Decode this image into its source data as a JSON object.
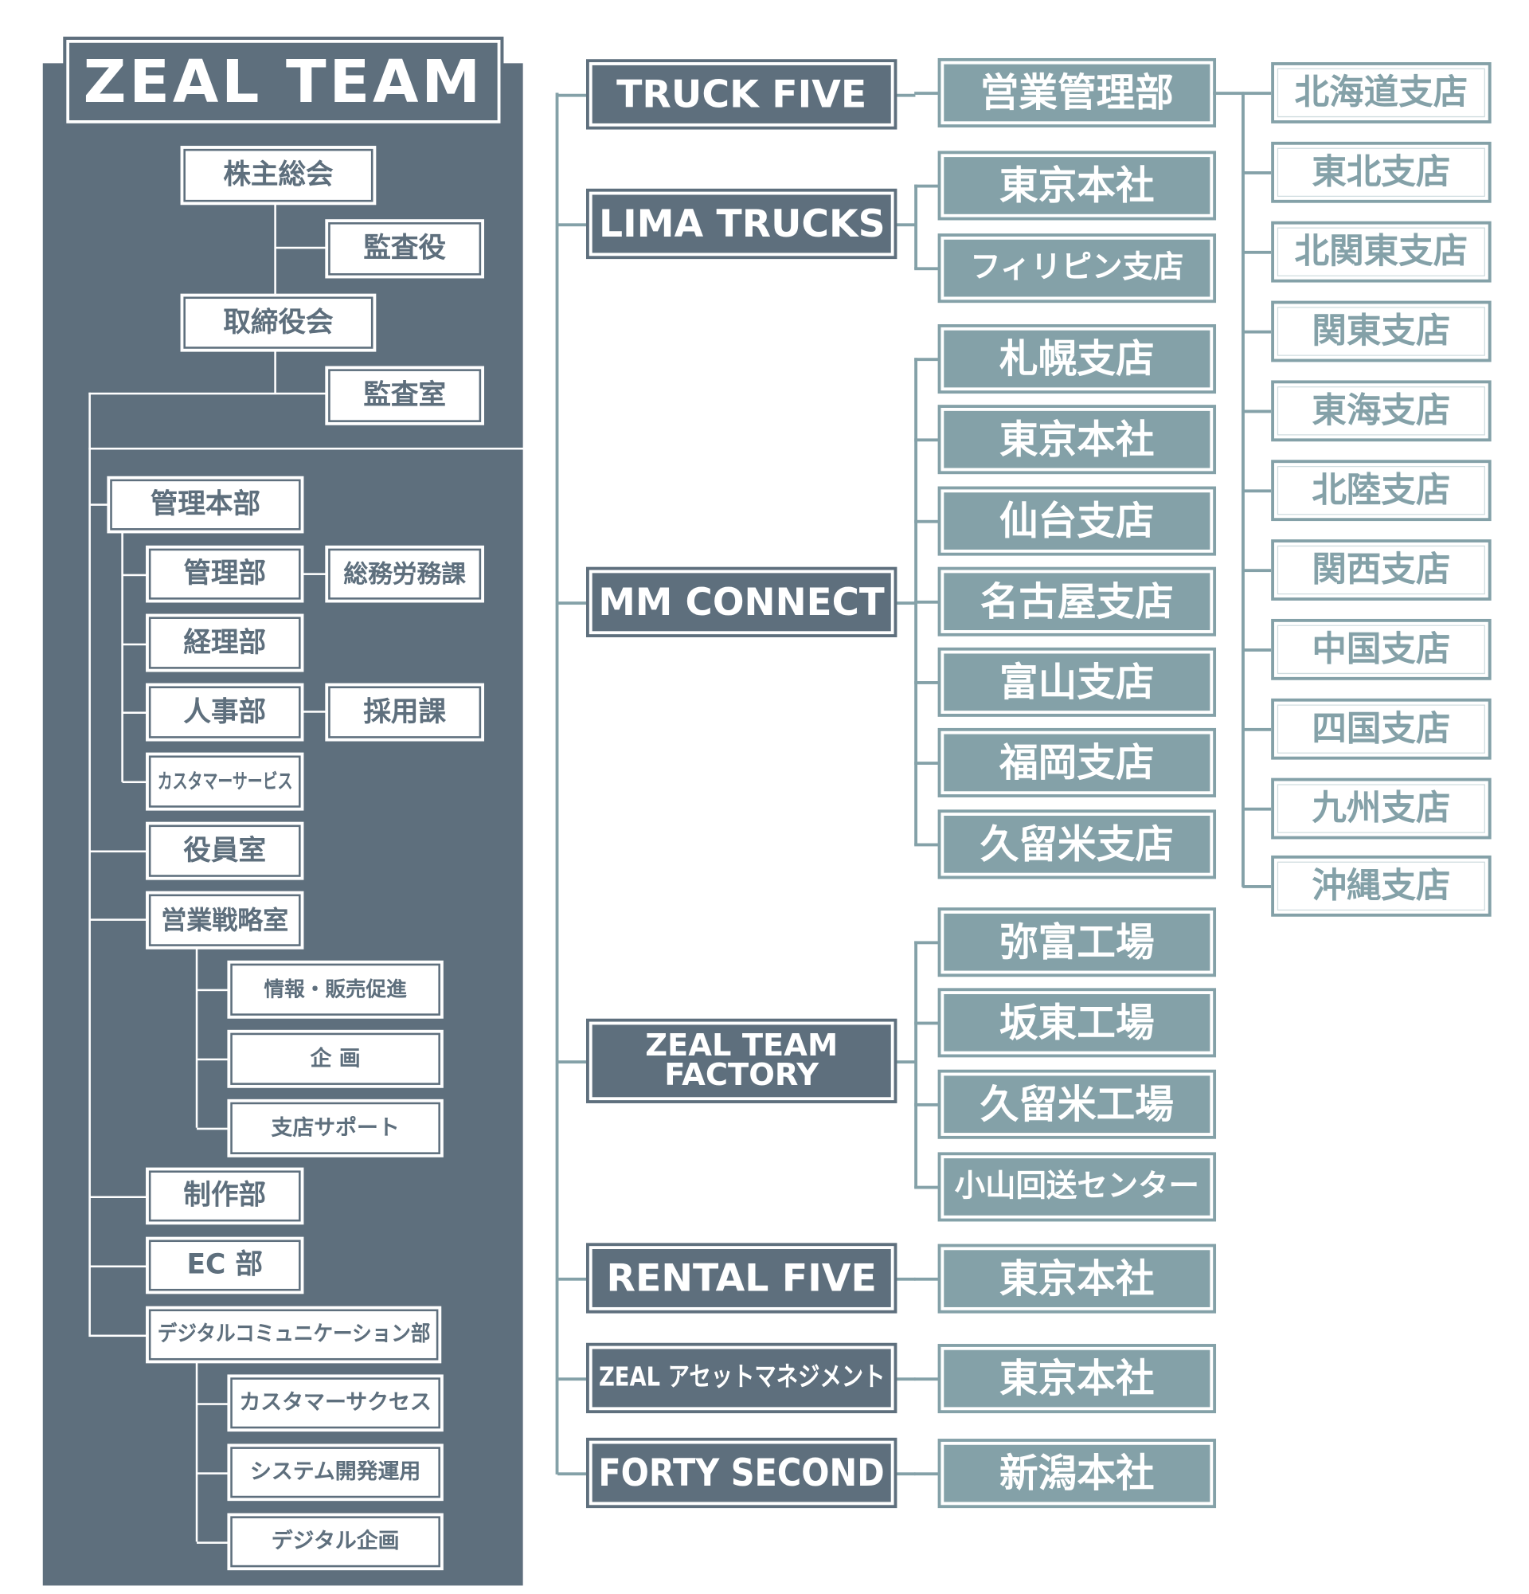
{
  "title": "ZEAL TEAM",
  "colors": {
    "dark": "#5e6f7d",
    "teal": "#84a1a8",
    "white": "#ffffff"
  },
  "governance": [
    "株主総会",
    "監査役",
    "取締役会",
    "監査室"
  ],
  "departments": [
    {
      "label": "管理本部"
    },
    {
      "label": "管理部"
    },
    {
      "label": "総務労務課"
    },
    {
      "label": "経理部"
    },
    {
      "label": "人事部"
    },
    {
      "label": "採用課"
    },
    {
      "label": "カスタマーサービス"
    },
    {
      "label": "役員室"
    },
    {
      "label": "営業戦略室"
    },
    {
      "label": "情報・販売促進"
    },
    {
      "label": "企 画"
    },
    {
      "label": "支店サポート"
    },
    {
      "label": "制作部"
    },
    {
      "label": "EC 部"
    },
    {
      "label": "デジタルコミュニケーション部"
    },
    {
      "label": "カスタマーサクセス"
    },
    {
      "label": "システム開発運用"
    },
    {
      "label": "デジタル企画"
    }
  ],
  "companies": [
    {
      "name": "TRUCK FIVE",
      "units": [
        "営業管理部"
      ]
    },
    {
      "name": "LIMA TRUCKS",
      "units": [
        "東京本社",
        "フィリピン支店"
      ]
    },
    {
      "name": "MM CONNECT",
      "units": [
        "札幌支店",
        "東京本社",
        "仙台支店",
        "名古屋支店",
        "富山支店",
        "福岡支店",
        "久留米支店"
      ]
    },
    {
      "name": "ZEAL TEAM\nFACTORY",
      "units": [
        "弥富工場",
        "坂東工場",
        "久留米工場",
        "小山回送センター"
      ]
    },
    {
      "name": "RENTAL FIVE",
      "units": [
        "東京本社"
      ]
    },
    {
      "name": "ZEAL アセットマネジメント",
      "units": [
        "東京本社"
      ]
    },
    {
      "name": "FORTY SECOND",
      "units": [
        "新潟本社"
      ]
    }
  ],
  "branches": [
    "北海道支店",
    "東北支店",
    "北関東支店",
    "関東支店",
    "東海支店",
    "北陸支店",
    "関西支店",
    "中国支店",
    "四国支店",
    "九州支店",
    "沖縄支店"
  ]
}
